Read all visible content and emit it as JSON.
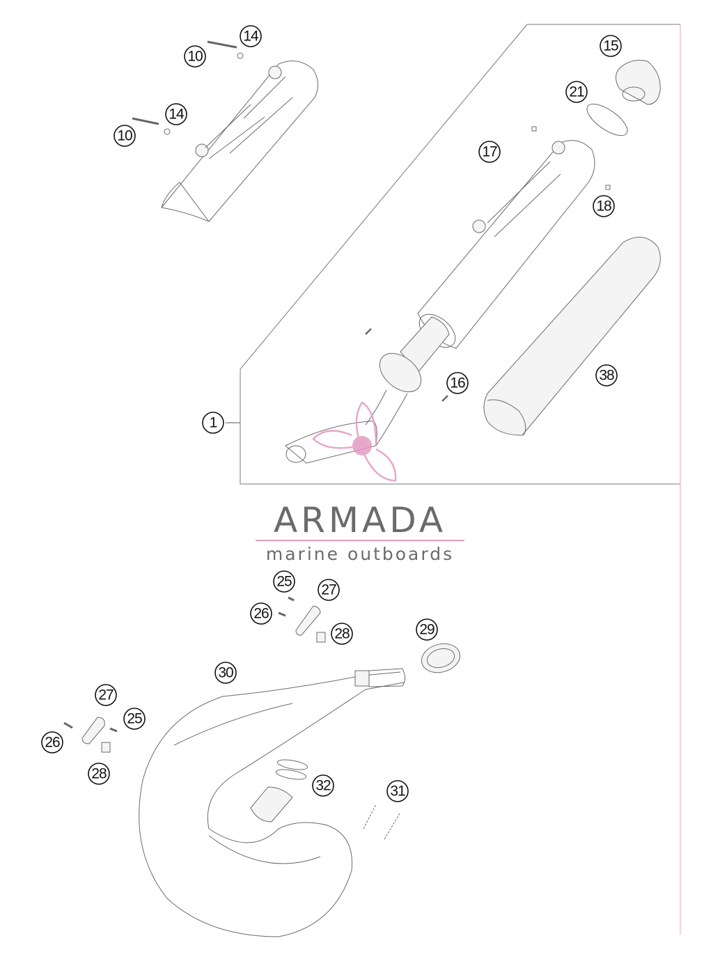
{
  "brand": {
    "name": "ARMADA",
    "tagline": "marine outboards",
    "accent_color": "#e39ac2",
    "text_color": "#6b6b6b",
    "icon": "propeller-logo-icon"
  },
  "callouts": {
    "c1": "1",
    "c10a": "10",
    "c10b": "10",
    "c14a": "14",
    "c14b": "14",
    "c15": "15",
    "c16": "16",
    "c17": "17",
    "c18": "18",
    "c21": "21",
    "c25a": "25",
    "c25b": "25",
    "c26a": "26",
    "c26b": "26",
    "c27a": "27",
    "c27b": "27",
    "c28a": "28",
    "c28b": "28",
    "c29": "29",
    "c30": "30",
    "c31": "31",
    "c32": "32",
    "c38": "38"
  }
}
